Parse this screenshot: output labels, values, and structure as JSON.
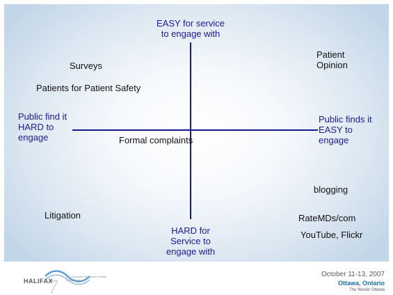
{
  "matrix": {
    "top_label": "EASY for service\nto engage with",
    "bottom_label": "HARD for\nService to\nengage with",
    "left_label": "Public find it\nHARD to\nengage",
    "right_label": "Public finds it\nEASY to\nengage",
    "items": {
      "surveys": "Surveys",
      "patients_for_patient_safety": "Patients for Patient Safety",
      "patient_opinion": "Patient\nOpinion",
      "formal_complaints": "Formal complaints",
      "litigation": "Litigation",
      "blogging": "blogging",
      "ratemds": "RateMDs/com",
      "youtube_flickr": "YouTube, Flickr"
    }
  },
  "footer": {
    "logo_text": "HALIFAX",
    "logo_number": "7",
    "logo_org": "The Canadian Healthcare Safety Symposium",
    "event_date": "October 11-13, 2007",
    "event_city": "Ottawa, Ontario",
    "event_venue": "The Westin Ottawa"
  },
  "colors": {
    "axis": "#141a8c",
    "axis_label": "#1a1a9e",
    "panel_edge": "#c3d6e8",
    "city": "#1e6fb3"
  }
}
